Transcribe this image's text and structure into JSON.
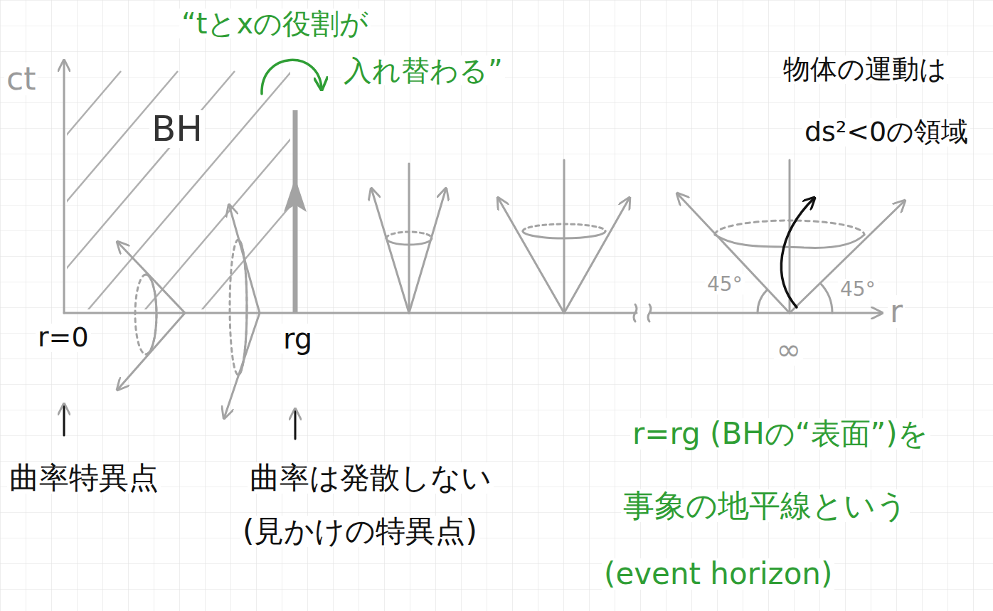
{
  "diagram": {
    "labels": [
      "“tとxの役割が",
      "入れ替わる”",
      "ct",
      "BH",
      "物体の運動は",
      "ds²<0の領域",
      "r=0",
      "曲率特異点",
      "rg",
      "曲率は発散しない",
      "(見かけの特異点)",
      "∞",
      "45°",
      "45°",
      "r",
      "r=rg (BHの“表面”)を",
      "事象の地平線という",
      "(event horizon)"
    ]
  }
}
